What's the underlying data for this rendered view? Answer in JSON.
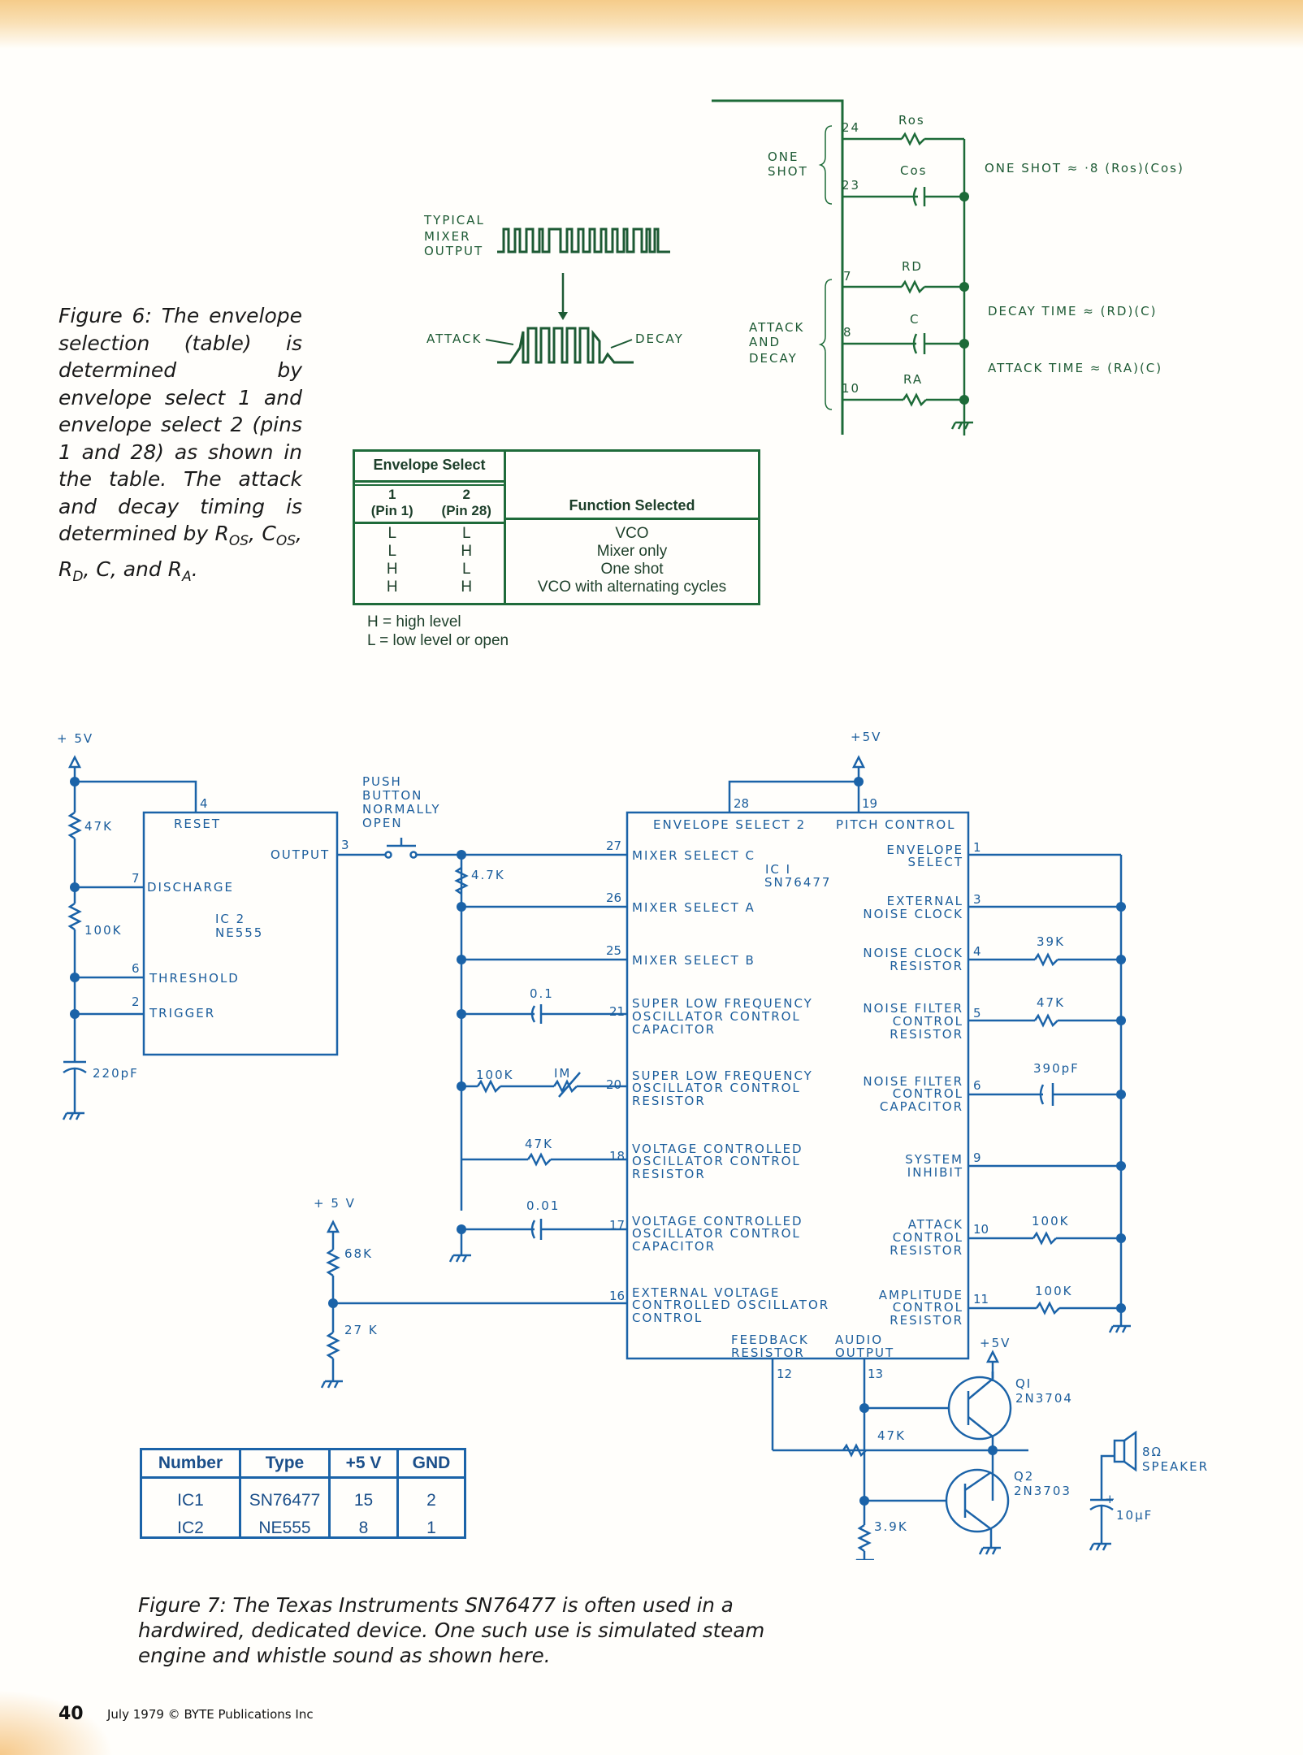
{
  "figure6": {
    "caption_parts": [
      "Figure 6: The envelope selection (table) is determined by envelope select 1 and envelope select 2 (pins 1 and 28) as shown in the table. The attack and decay timing is determined by R",
      "OS",
      ", C",
      "OS",
      ", R",
      "D",
      ", C, and R",
      "A",
      "."
    ],
    "waveform": {
      "label_lines": [
        "TYPICAL",
        "MIXER",
        "OUTPUT"
      ],
      "attack_label": "ATTACK",
      "decay_label": "DECAY"
    },
    "schematic": {
      "one_shot_label": [
        "ONE",
        "SHOT"
      ],
      "attack_decay_label": [
        "ATTACK",
        "AND",
        "DECAY"
      ],
      "pins": [
        "24",
        "23",
        "7",
        "8",
        "10"
      ],
      "components": {
        "r_os": "Ros",
        "c_os": "Cos",
        "r_d": "RD",
        "c": "C",
        "r_a": "RA"
      },
      "formulas": {
        "one_shot": "ONE SHOT ≈ ·8 (Ros)(Cos)",
        "decay": "DECAY TIME ≈ (RD)(C)",
        "attack": "ATTACK TIME ≈ (RA)(C)"
      }
    },
    "table": {
      "group_header": "Envelope Select",
      "col1_header": [
        "1",
        "(Pin 1)"
      ],
      "col2_header": [
        "2",
        "(Pin 28)"
      ],
      "function_header": "Function Selected",
      "rows": [
        {
          "pin1": "L",
          "pin28": "L",
          "function": "VCO"
        },
        {
          "pin1": "L",
          "pin28": "H",
          "function": "Mixer only"
        },
        {
          "pin1": "H",
          "pin28": "L",
          "function": "One shot"
        },
        {
          "pin1": "H",
          "pin28": "H",
          "function": "VCO with alternating cycles"
        }
      ],
      "legend": [
        "H = high level",
        "L = low level or open"
      ]
    }
  },
  "figure7": {
    "caption": "Figure 7: The Texas Instruments SN76477 is often used in a hardwired, dedicated device. One such use is simulated steam engine and whistle sound as shown here.",
    "ic2": {
      "name": [
        "IC 2",
        "NE555"
      ],
      "pins": {
        "reset": {
          "num": "4",
          "label": "RESET"
        },
        "output": {
          "num": "3",
          "label": "OUTPUT"
        },
        "discharge": {
          "num": "7",
          "label": "DISCHARGE"
        },
        "threshold": {
          "num": "6",
          "label": "THRESHOLD"
        },
        "trigger": {
          "num": "2",
          "label": "TRIGGER"
        }
      },
      "components": {
        "supply": "+ 5V",
        "r1": "47K",
        "r2": "100K",
        "cap": "220pF"
      }
    },
    "push_button": [
      "PUSH",
      "BUTTON",
      "NORMALLY",
      "OPEN"
    ],
    "ic1": {
      "name": [
        "IC I",
        "SN76477"
      ],
      "top_pins": [
        {
          "num": "28",
          "label": "ENVELOPE SELECT 2"
        },
        {
          "num": "19",
          "label": "PITCH CONTROL"
        }
      ],
      "left_pins": [
        {
          "num": "27",
          "label": [
            "MIXER SELECT C"
          ]
        },
        {
          "num": "26",
          "label": [
            "MIXER SELECT A"
          ]
        },
        {
          "num": "25",
          "label": [
            "MIXER SELECT B"
          ]
        },
        {
          "num": "21",
          "label": [
            "SUPER LOW FREQUENCY",
            "OSCILLATOR CONTROL",
            "CAPACITOR"
          ]
        },
        {
          "num": "20",
          "label": [
            "SUPER LOW FREQUENCY",
            "OSCILLATOR CONTROL",
            "RESISTOR"
          ]
        },
        {
          "num": "18",
          "label": [
            "VOLTAGE CONTROLLED",
            "OSCILLATOR CONTROL",
            "RESISTOR"
          ]
        },
        {
          "num": "17",
          "label": [
            "VOLTAGE CONTROLLED",
            "OSCILLATOR CONTROL",
            "CAPACITOR"
          ]
        },
        {
          "num": "16",
          "label": [
            "EXTERNAL VOLTAGE",
            "CONTROLLED OSCILLATOR",
            "CONTROL"
          ]
        }
      ],
      "right_pins": [
        {
          "num": "1",
          "label": [
            "ENVELOPE",
            "SELECT"
          ]
        },
        {
          "num": "3",
          "label": [
            "EXTERNAL",
            "NOISE CLOCK"
          ]
        },
        {
          "num": "4",
          "label": [
            "NOISE CLOCK",
            "RESISTOR"
          ]
        },
        {
          "num": "5",
          "label": [
            "NOISE FILTER",
            "CONTROL",
            "RESISTOR"
          ]
        },
        {
          "num": "6",
          "label": [
            "NOISE FILTER",
            "CONTROL",
            "CAPACITOR"
          ]
        },
        {
          "num": "9",
          "label": [
            "SYSTEM",
            "INHIBIT"
          ]
        },
        {
          "num": "10",
          "label": [
            "ATTACK",
            "CONTROL",
            "RESISTOR"
          ]
        },
        {
          "num": "11",
          "label": [
            "AMPLITUDE",
            "CONTROL",
            "RESISTOR"
          ]
        }
      ],
      "bottom_pins": [
        {
          "num": "12",
          "label": [
            "FEEDBACK",
            "RESISTOR"
          ]
        },
        {
          "num": "13",
          "label": [
            "AUDIO",
            "OUTPUT"
          ]
        }
      ]
    },
    "components": {
      "supply": "+5V",
      "supply_spaced": "+ 5 V",
      "r_mixer": "4.7K",
      "c_slf": "0.1",
      "r_slf": "100K",
      "pot_slf": "IM",
      "r_vco": "47K",
      "c_vco": "0.01",
      "r_div_top": "68K",
      "r_div_bottom": "27 K",
      "r_noise_clock": "39K",
      "r_noise_filter": "47K",
      "c_noise_filter": "390pF",
      "r_attack": "100K",
      "r_amplitude": "100K",
      "r_feedback": "47K",
      "r_bias": "3.9K",
      "q1": [
        "QI",
        "2N3704"
      ],
      "q2": [
        "Q2",
        "2N3703"
      ],
      "speaker": [
        "8Ω",
        "SPEAKER"
      ],
      "c_out": "10µF",
      "c_out_polarity": "+"
    },
    "pin_table": {
      "headers": [
        "Number",
        "Type",
        "+5 V",
        "GND"
      ],
      "rows": [
        [
          "IC1",
          "SN76477",
          "15",
          "2"
        ],
        [
          "IC2",
          "NE555",
          "8",
          "1"
        ]
      ]
    }
  },
  "footer": {
    "page_number": "40",
    "text": "July 1979 © BYTE Publications Inc"
  },
  "colors": {
    "figure6_ink": "#1f6b3a",
    "figure7_ink": "#1b63a8",
    "paper_edge": "#f5cc8a"
  }
}
